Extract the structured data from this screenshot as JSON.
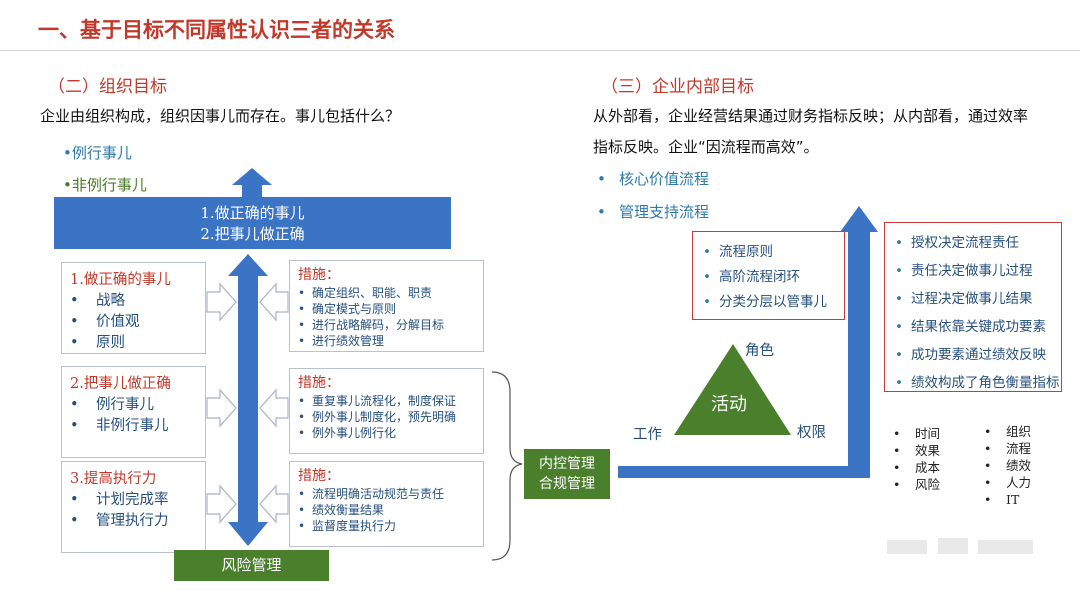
{
  "title": "一、基于目标不同属性认识三者的关系",
  "left": {
    "section_title": "（二）组织目标",
    "intro": "企业由组织构成，组织因事儿而存在。事儿包括什么？",
    "bullets": [
      "•例行事儿",
      "•非例行事儿"
    ],
    "top_band": [
      "1.做正确的事儿",
      "2.把事儿做正确"
    ],
    "boxes": [
      {
        "heading": "1.做正确的事儿",
        "items": [
          "战略",
          "价值观",
          "原则"
        ]
      },
      {
        "heading": "2.把事儿做正确",
        "items": [
          "例行事儿",
          "非例行事儿"
        ]
      },
      {
        "heading": "3.提高执行力",
        "items": [
          "计划完成率",
          "管理执行力"
        ]
      }
    ],
    "measures": [
      {
        "heading": "措施：",
        "items": [
          "确定组织、职能、职责",
          "确定模式与原则",
          "进行战略解码，分解目标",
          "进行绩效管理"
        ]
      },
      {
        "heading": "措施：",
        "items": [
          "重复事儿流程化，制度保证",
          "例外事儿制度化，预先明确",
          "例外事儿例行化"
        ]
      },
      {
        "heading": "措施：",
        "items": [
          "流程明确活动规范与责任",
          "绩效衡量结果",
          "监督度量执行力"
        ]
      }
    ],
    "risk_label": "风险管理",
    "control_label": [
      "内控管理",
      "合规管理"
    ]
  },
  "right": {
    "section_title": "（三）企业内部目标",
    "intro_lines": [
      "从外部看，企业经营结果通过财务指标反映；从内部看，通过效率",
      "指标反映。企业“因流程而高效”。"
    ],
    "bullets": [
      "核心价值流程",
      "管理支持流程"
    ],
    "principles": [
      "流程原则",
      "高阶流程闭环",
      "分类分层以管事儿"
    ],
    "triangle": {
      "center": "活动",
      "top": "角色",
      "left": "工作",
      "right": "权限"
    },
    "chain": [
      "授权决定流程责任",
      "责任决定做事儿过程",
      "过程决定做事儿结果",
      "结果依靠关键成功要素",
      "成功要素通过绩效反映",
      "绩效构成了角色衡量指标"
    ],
    "list_a": [
      "时间",
      "效果",
      "成本",
      "风险"
    ],
    "list_b": [
      "组织",
      "流程",
      "绩效",
      "人力",
      "IT"
    ]
  },
  "colors": {
    "title_red": "#c0392b",
    "band_blue": "#3b74c4",
    "arrow_blue": "#3b74c4",
    "green": "#4a7f2c",
    "text_blue": "#27507e"
  }
}
